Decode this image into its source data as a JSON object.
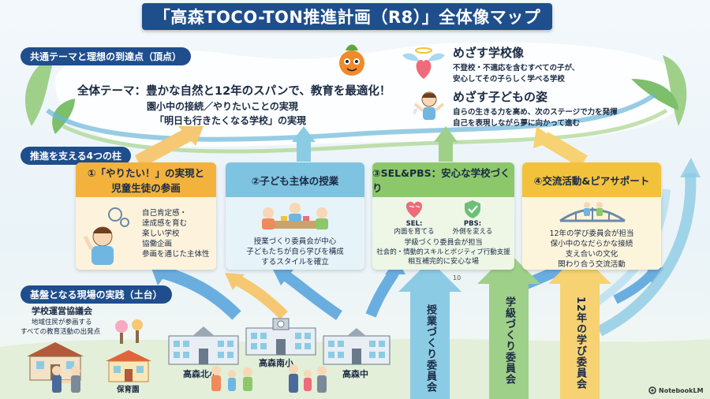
{
  "title": "「高森TOCO-TON推進計画（R8）」全体像マップ",
  "section_labels": {
    "apex": "共通テーマと理想の到達点（頂点）",
    "pillars": "推進を支える4つの柱",
    "foundation": "基盤となる現場の実践（土台）"
  },
  "theme": {
    "main": "全体テーマ：豊かな自然と12年のスパンで、教育を最適化！",
    "sub1": "園小中の接続／やりたいことの実現",
    "sub2": "「明日も行きたくなる学校」の実現"
  },
  "goal_school": {
    "heading": "めざす学校像",
    "line1": "不登校・不適応を含むすべての子が、",
    "line2": "安心してその子らしく学べる学校"
  },
  "goal_child": {
    "heading": "めざす子どもの姿",
    "line1": "自らの生きる力を高め、次のステージで力を発揮",
    "line2": "自己を表現しながら夢に向かって進む"
  },
  "pillars": [
    {
      "title1": "①「やりたい！」の実現と",
      "title2": "児童生徒の参画",
      "lines": [
        "自己肯定感・",
        "達成感を育む",
        "楽しい学校",
        "協働企画",
        "参画を通じた主体性"
      ],
      "header_color": "#f3b23c",
      "body_color": "#fdf3dc"
    },
    {
      "title1": "②子ども主体の授業",
      "lines": [
        "授業づくり委員会が中心",
        "子どもたちが自ら学びを構成",
        "するスタイルを確立"
      ],
      "header_color": "#7ec3e0",
      "body_color": "#e6f3f9"
    },
    {
      "title1": "③SEL&PBS：安心な学校づくり",
      "sel": "SEL:",
      "sel_sub": "内面を育てる",
      "pbs": "PBS:",
      "pbs_sub": "外側を変える",
      "lines": [
        "学級づくり委員会が担当",
        "社会的・情動的スキルとポジティブ行動支援",
        "相互補完的に安心な場"
      ],
      "header_color": "#8cc86a",
      "body_color": "#eef6e6"
    },
    {
      "title1": "④交流活動&ピアサポート",
      "lines": [
        "12年の学び委員会が担当",
        "保小中のなだらかな接続",
        "支え合いの文化",
        "関わり合う交流活動"
      ],
      "header_color": "#f3c23c",
      "body_color": "#fdf4dc"
    }
  ],
  "council": {
    "title": "学校運営協議会",
    "line1": "地域住民が参画する",
    "line2": "すべての教育活動の出発点"
  },
  "schools": {
    "nursery": "保育園",
    "north": "高森北小",
    "south": "高森南小",
    "middle": "高森中"
  },
  "committees": [
    "授業づくり委員会",
    "学級づくり委員会",
    "12年の学び委員会"
  ],
  "page_number": "10",
  "watermark": "NotebookLM",
  "colors": {
    "navy": "#1f4e8c",
    "orange": "#f3b23c",
    "blue": "#7ec3e0",
    "green": "#8cc86a",
    "yellow": "#f3c23c"
  }
}
